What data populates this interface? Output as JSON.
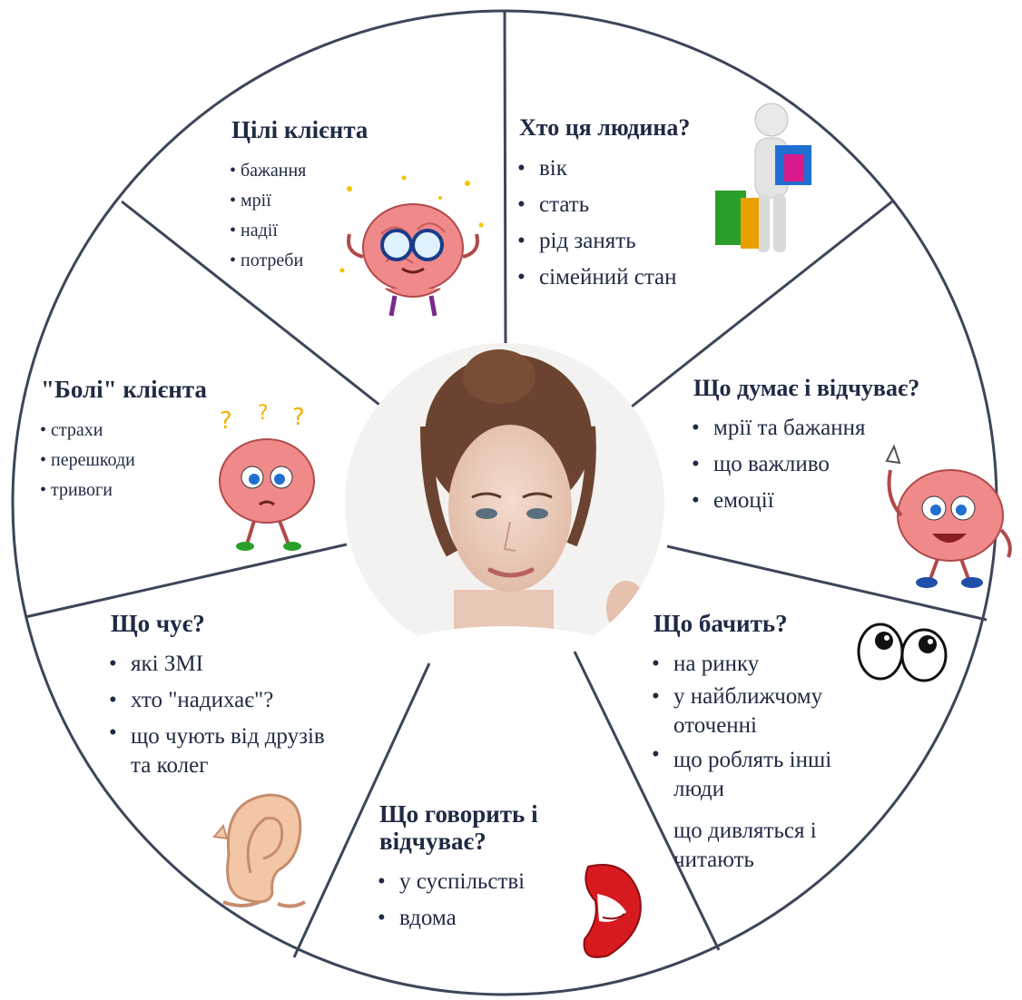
{
  "segments": {
    "goals": {
      "title": "Цілі клієнта",
      "items": [
        "бажання",
        "мрії",
        "надії",
        "потреби"
      ]
    },
    "who": {
      "title": "Хто ця людина?",
      "items": [
        "вік",
        "стать",
        "рід занять",
        "сімейний стан"
      ]
    },
    "pains": {
      "title": "\"Болі\" клієнта",
      "items": [
        "страхи",
        "перешкоди",
        "тривоги"
      ]
    },
    "thinks": {
      "title": "Що думає і відчуває?",
      "items": [
        "мрії та бажання",
        "що важливо",
        "емоції"
      ]
    },
    "hears": {
      "title": "Що чує?",
      "items": [
        "які ЗМІ",
        "хто \"надихає\"?",
        "що чують від друзів та колег"
      ]
    },
    "sees": {
      "title": "Що бачить?",
      "items": [
        "на ринку",
        "у найближчому оточенні",
        "що роблять інші люди"
      ],
      "extra": "що дивляться і читають"
    },
    "says": {
      "title_line1": "Що говорить і",
      "title_line2": "відчуває?",
      "items": [
        "у суспільстві",
        "вдома"
      ]
    }
  },
  "icons": {
    "center": "woman-portrait",
    "goals": "meditating-brain-icon",
    "who": "shopper-figure-icon",
    "pains": "confused-brain-icon",
    "thinks": "thinking-brain-icon",
    "hears": "ear-icon",
    "sees": "eyes-icon",
    "says": "lips-icon"
  },
  "colors": {
    "outline": "#3c4658",
    "text": "#1f2a44",
    "brain": "#f08a8a",
    "lips": "#d71920"
  }
}
